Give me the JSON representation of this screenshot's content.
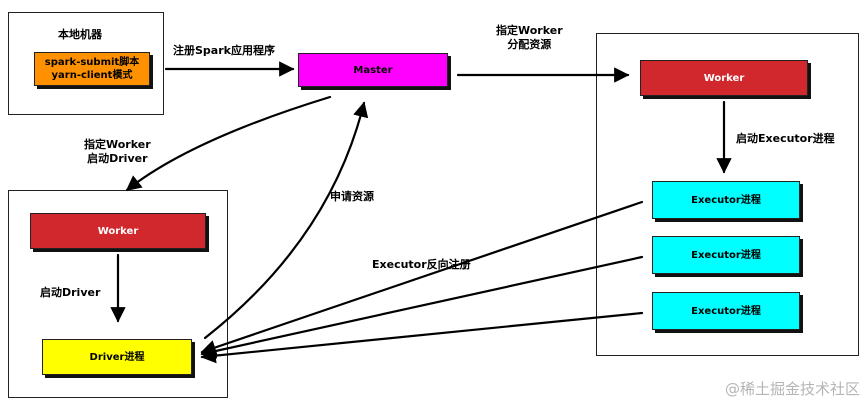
{
  "panels": {
    "local": {
      "label": "本地机器"
    }
  },
  "nodes": {
    "spark_submit": {
      "line1": "spark-submit脚本",
      "line2": "yarn-client模式",
      "color": "#ff9100"
    },
    "master": {
      "label": "Master",
      "color": "#ff00ff"
    },
    "worker_right": {
      "label": "Worker",
      "color": "#d0282c"
    },
    "worker_left": {
      "label": "Worker",
      "color": "#d0282c"
    },
    "driver": {
      "label": "Driver进程",
      "color": "#ffff00"
    },
    "executors": [
      {
        "label": "Executor进程",
        "color": "#00ffff"
      },
      {
        "label": "Executor进程",
        "color": "#00ffff"
      },
      {
        "label": "Executor进程",
        "color": "#00ffff"
      }
    ]
  },
  "edges": {
    "register_app": "注册Spark应用程序",
    "assign_worker_resources": {
      "line1": "指定Worker",
      "line2": "分配资源"
    },
    "assign_worker_driver": {
      "line1": "指定Worker",
      "line2": "启动Driver"
    },
    "apply_resources": "申请资源",
    "start_driver": "启动Driver",
    "start_executor": "启动Executor进程",
    "executor_register_back": "Executor反向注册"
  },
  "watermark": "@稀土掘金技术社区"
}
